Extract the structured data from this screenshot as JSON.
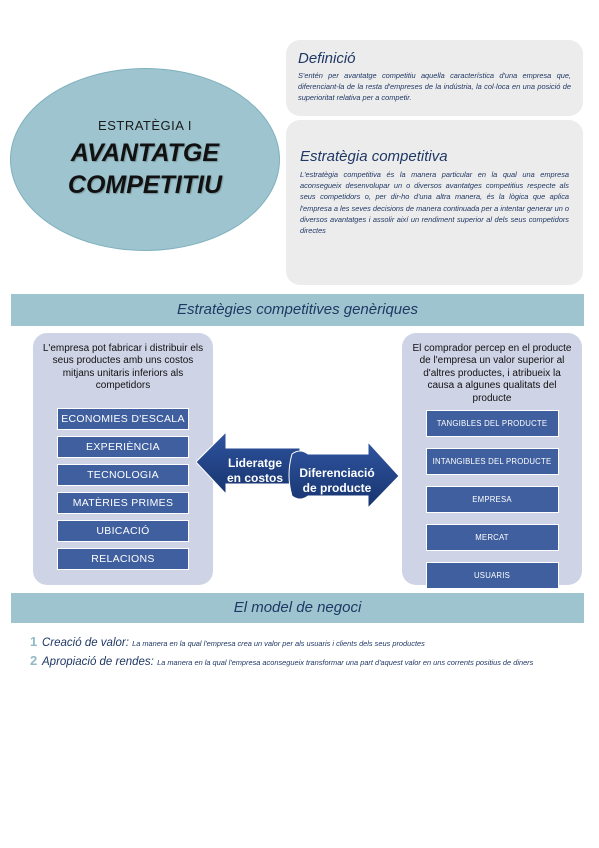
{
  "header": {
    "subtitle": "ESTRATÈGIA I",
    "title_line1": "AVANTATGE",
    "title_line2": "COMPETITIU"
  },
  "definicio": {
    "title": "Definició",
    "text": "S'entén per avantatge competitiu aquella característica d'una empresa que, diferenciant-la de la resta d'empreses de la indústria, la col·loca en una posició de superioritat relativa per a competir."
  },
  "estrategia": {
    "title": "Estratègia competitiva",
    "text": "L'estratègia competitiva és la manera particular en la qual una empresa aconsegueix desenvolupar un o diversos avantatges competitius respecte als seus competidors o, per dir-ho d'una altra manera, és la lògica que aplica l'empresa a les seves decisions de manera continuada per a intentar generar un o diversos avantatges i assolir així un rendiment superior al dels seus competidors directes"
  },
  "section1": {
    "title": "Estratègies competitives genèriques"
  },
  "left_panel": {
    "intro": "L'empresa pot fabricar i distribuir els seus productes amb uns costos mitjans unitaris inferiors als competidors",
    "items": [
      "ECONOMIES D'ESCALA",
      "EXPERIÈNCIA",
      "TECNOLOGIA",
      "MATÈRIES PRIMES",
      "UBICACIÓ",
      "RELACIONS"
    ]
  },
  "right_panel": {
    "intro": "El comprador percep en el producte de l'empresa un valor superior al d'altres productes, i atribueix la causa a algunes qualitats del producte",
    "items": [
      "TANGIBLES DEL PRODUCTE",
      "INTANGIBLES DEL PRODUCTE",
      "EMPRESA",
      "MERCAT",
      "USUARIS"
    ]
  },
  "arrows": {
    "left_line1": "Lideratge",
    "left_line2": "en costos",
    "right_line1": "Diferenciació",
    "right_line2": "de producte",
    "color": "#1f3f7a"
  },
  "section2": {
    "title": "El model de negoci"
  },
  "model": [
    {
      "num": "1",
      "term": "Creació de valor:",
      "desc": "La manera en la qual l'empresa crea un valor per als usuaris i clients dels seus productes"
    },
    {
      "num": "2",
      "term": "Apropiació de rendes:",
      "desc": "La manera en la qual l'empresa aconsegueix transformar una part d'aquest valor en uns corrents positius de diners"
    }
  ],
  "colors": {
    "accent_teal": "#9ec5cf",
    "panel_lavender": "#cfd3e6",
    "item_blue": "#3f5f9f",
    "text_navy": "#1f3864"
  }
}
